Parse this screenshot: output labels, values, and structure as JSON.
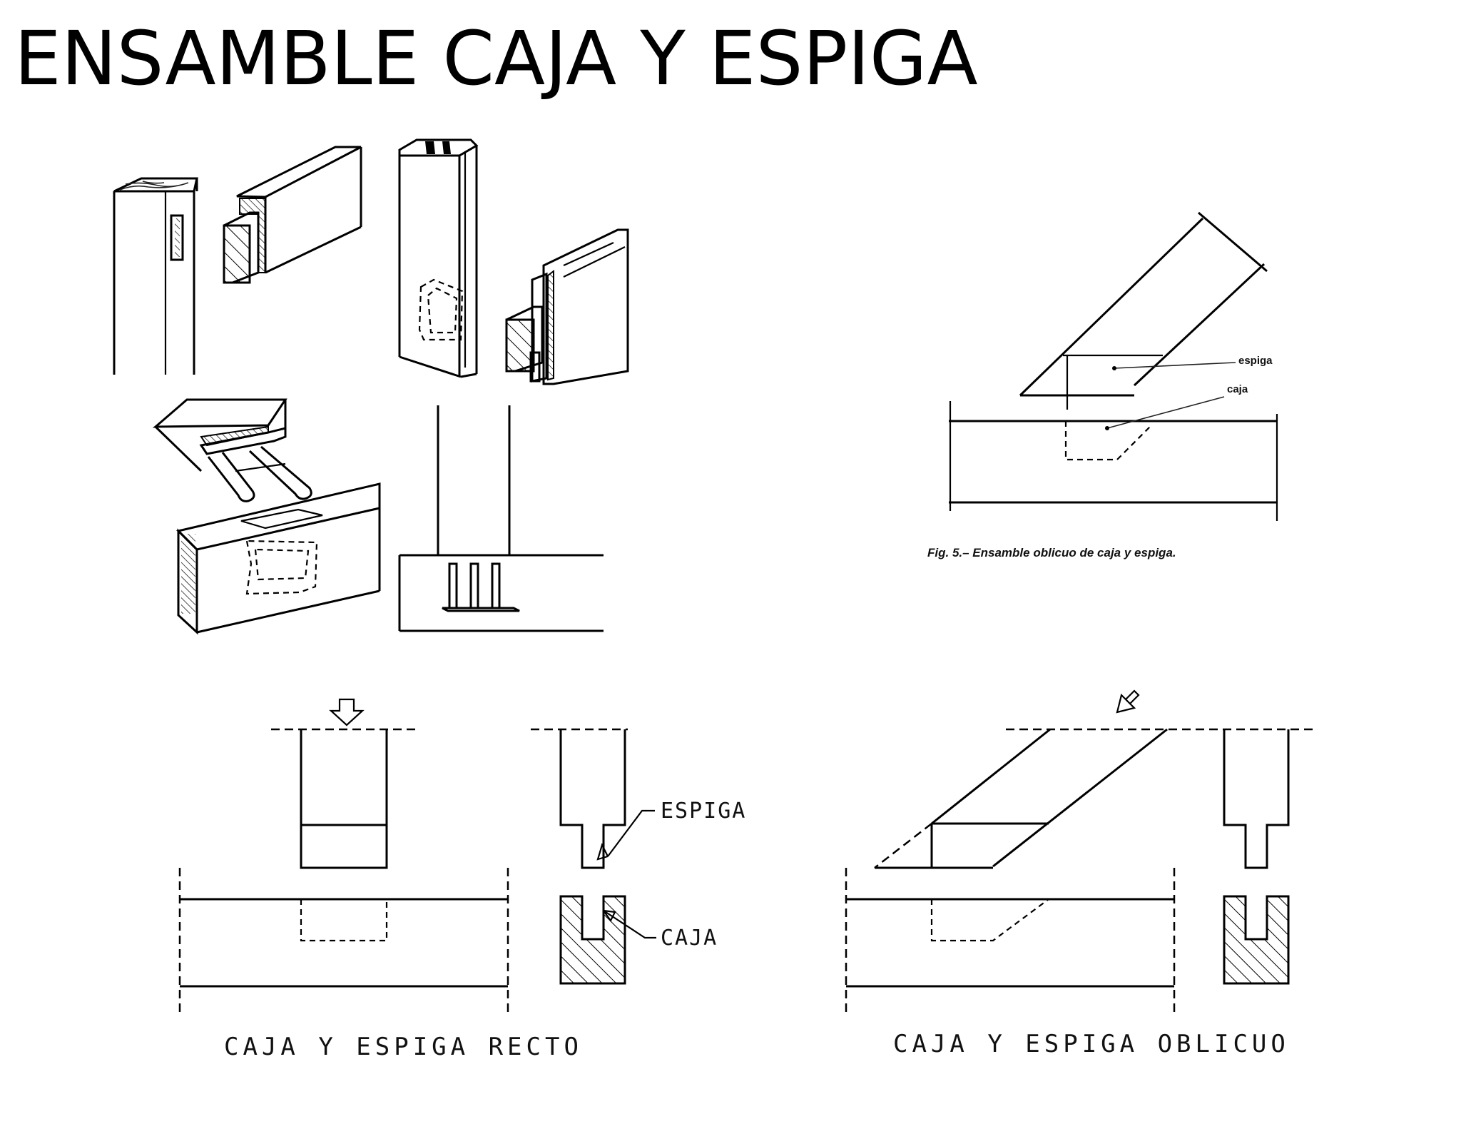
{
  "title": "ENSAMBLE CAJA Y ESPIGA",
  "photo_figure": {
    "label_espiga": "espiga",
    "label_caja": "caja",
    "caption": "Fig. 5.– Ensamble oblicuo de caja y espiga."
  },
  "straight_joint": {
    "label_espiga": "ESPIGA",
    "label_caja": "CAJA",
    "caption": "CAJA Y ESPIGA RECTO"
  },
  "oblique_joint": {
    "caption": "CAJA Y ESPIGA OBLICUO"
  },
  "icons": [
    "arrow-down-icon",
    "arrow-diagonal-icon"
  ]
}
